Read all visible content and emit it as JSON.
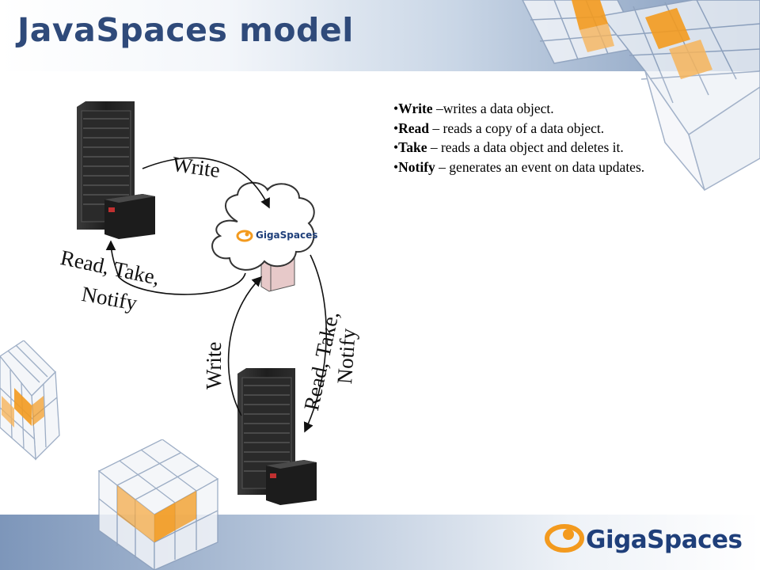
{
  "slide": {
    "title": "JavaSpaces model"
  },
  "bullets": [
    {
      "term": "Write",
      "text": " –writes a data object."
    },
    {
      "term": "Read",
      "text": " – reads a copy of a data object."
    },
    {
      "term": "Take",
      "text": " – reads a data object and deletes it."
    },
    {
      "term": "Notify",
      "text": " – generates an event on data updates."
    }
  ],
  "diagram": {
    "cloud_logo": "GigaSpaces",
    "edges": {
      "top_write": "Write",
      "top_read_line1": "Read, Take,",
      "top_read_line2": "Notify",
      "bottom_write": "Write",
      "bottom_read_line1": "Read, Take,",
      "bottom_read_line2": "Notify"
    }
  },
  "footer": {
    "logo_text": "GigaSpaces"
  },
  "colors": {
    "title": "#2f4a7a",
    "cube_orange": "#f39a1e",
    "cube_grid": "#7f8fa8",
    "logo_blue": "#1f3f7a",
    "logo_orange": "#f39a1e"
  }
}
